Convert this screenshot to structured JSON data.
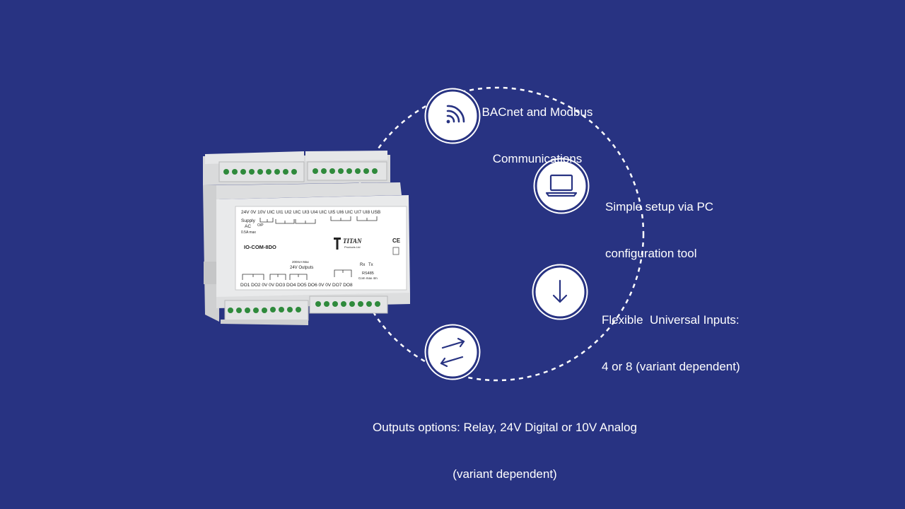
{
  "colors": {
    "background": "#283382",
    "circle_stroke": "#ffffff",
    "icon_color": "#283382",
    "text": "#ffffff"
  },
  "features": [
    {
      "icon": "wifi-icon",
      "lines": [
        "BACnet and Modbus",
        "Communications"
      ]
    },
    {
      "icon": "laptop-icon",
      "lines": [
        "Simple setup via PC",
        "configuration tool"
      ]
    },
    {
      "icon": "arrow-down-icon",
      "lines": [
        "Flexible  Universal Inputs:",
        "4 or 8 (variant dependent)"
      ]
    },
    {
      "icon": "swap-arrows-icon",
      "lines": [
        "Outputs options: Relay, 24V Digital or 10V Analog",
        "(variant dependent)"
      ]
    }
  ],
  "device": {
    "model": "IO-COM-8DO",
    "brand": "TITAN",
    "brand_sub": "Products Ltd",
    "top_terminals": [
      "24V",
      "0V",
      "10V",
      "UIC",
      "UI1",
      "UI2",
      "UIC",
      "UI3",
      "UI4",
      "UIC",
      "UI5",
      "UI6",
      "UIC",
      "UI7",
      "UI8",
      "USB"
    ],
    "supply_label": "Supply",
    "ac_label": "AC",
    "max_label": "0.5A max",
    "op_label": "O/P",
    "outputs_rating": "200mA Max",
    "outputs_label": "24V Outputs",
    "bottom_terminals": [
      "DO1",
      "DO2",
      "0V",
      "0V",
      "DO3",
      "DO4",
      "DO5",
      "DO6",
      "0V",
      "0V",
      "DO7",
      "DO8"
    ],
    "rx_label": "Rx",
    "tx_label": "Tx",
    "rs485_label": "RS485",
    "com_label": "Com max 4m",
    "ce_mark": "CE"
  }
}
